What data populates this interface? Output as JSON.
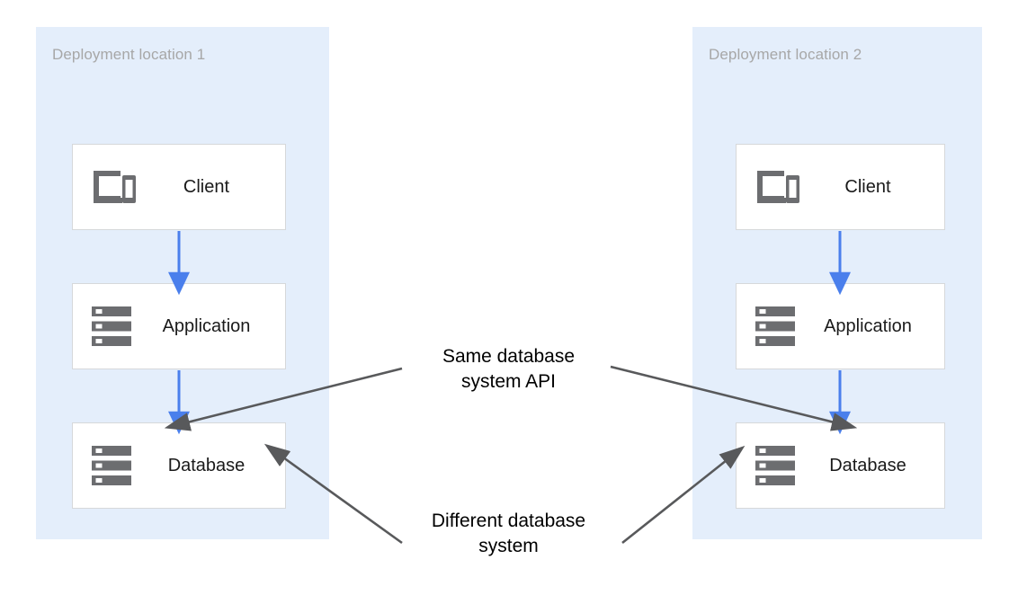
{
  "diagram": {
    "title_color": "#a7a7a7",
    "panel_color": "#e4eefb",
    "node_border_color": "#d6d8da",
    "flow_arrow_color": "#4a7fec",
    "annotation_arrow_color": "#58595b",
    "panels": [
      {
        "name": "deployment-location-1",
        "title": "Deployment location 1",
        "nodes": [
          {
            "name": "client",
            "label": "Client",
            "icon": "devices-icon"
          },
          {
            "name": "application",
            "label": "Application",
            "icon": "server-icon"
          },
          {
            "name": "database",
            "label": "Database",
            "icon": "server-icon"
          }
        ]
      },
      {
        "name": "deployment-location-2",
        "title": "Deployment location 2",
        "nodes": [
          {
            "name": "client",
            "label": "Client",
            "icon": "devices-icon"
          },
          {
            "name": "application",
            "label": "Application",
            "icon": "server-icon"
          },
          {
            "name": "database",
            "label": "Database",
            "icon": "server-icon"
          }
        ]
      }
    ],
    "annotations": [
      {
        "name": "same-database-system-api",
        "text": "Same database\nsystem API"
      },
      {
        "name": "different-database-system",
        "text": "Different database\nsystem"
      }
    ]
  }
}
